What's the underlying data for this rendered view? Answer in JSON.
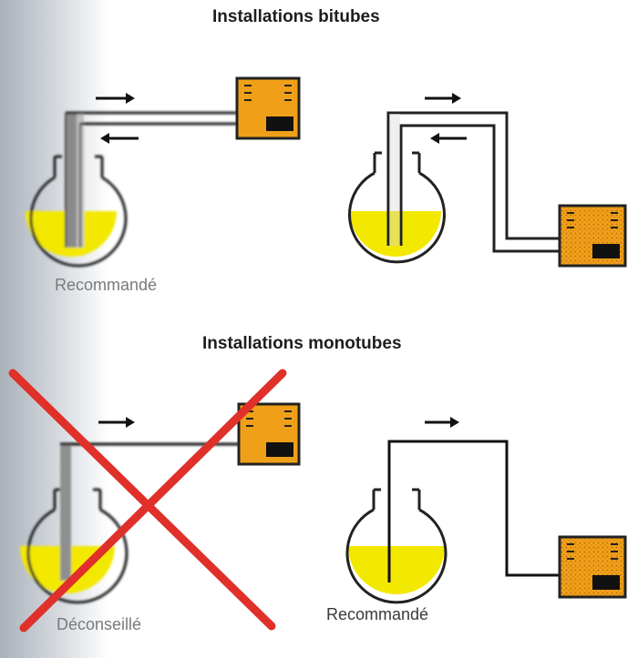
{
  "headings": {
    "bitube": "Installations bitubes",
    "monotube": "Installations monotubes"
  },
  "captions": {
    "bitube_left": "Recommandé",
    "mono_left": "Déconseillé",
    "mono_right": "Recommandé"
  },
  "colors": {
    "fuel": "#f2e800",
    "burner": "#f0a018",
    "forbidden": "#e0302a",
    "line": "#111111"
  },
  "icons": {
    "tank": "round-tank",
    "burner": "burner-box",
    "arrow": "flow-arrow",
    "cross": "red-cross"
  }
}
